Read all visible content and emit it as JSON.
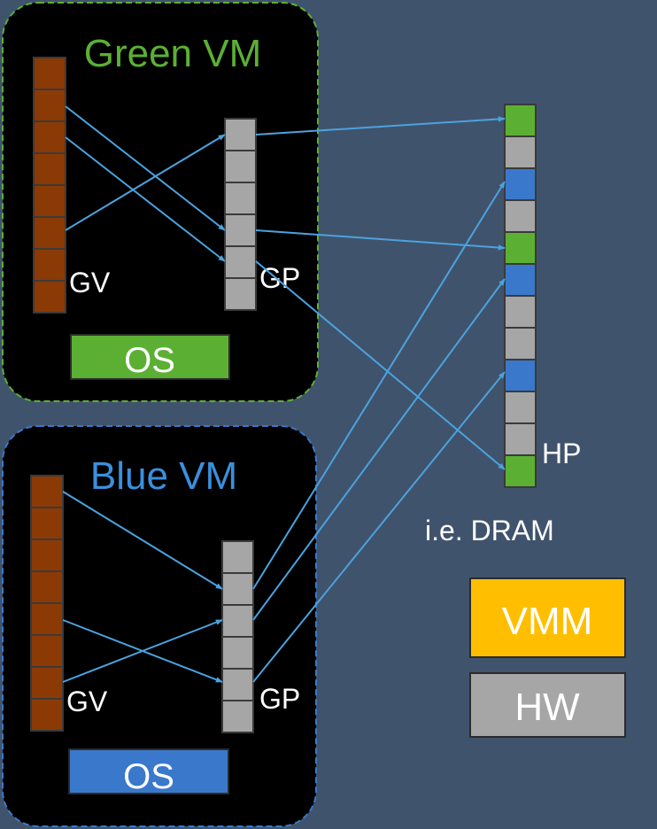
{
  "green_vm": {
    "title": "Green VM",
    "gv_label": "GV",
    "gp_label": "GP",
    "os_label": "OS"
  },
  "blue_vm": {
    "title": "Blue VM",
    "gv_label": "GV",
    "gp_label": "GP",
    "os_label": "OS"
  },
  "host": {
    "hp_label": "HP",
    "dram_label": "i.e. DRAM",
    "hp_cells": [
      "green",
      "gray",
      "blue",
      "gray",
      "green",
      "blue",
      "gray",
      "gray",
      "blue",
      "gray",
      "gray",
      "green"
    ]
  },
  "layers": {
    "vmm_label": "VMM",
    "hw_label": "HW"
  },
  "colors": {
    "background": "#40536c",
    "green": "#5bb033",
    "blue": "#3a78cc",
    "gray": "#a6a6a6",
    "brown": "#8b3a06",
    "vmm": "#ffbf00",
    "arrow": "#4aa3df"
  }
}
